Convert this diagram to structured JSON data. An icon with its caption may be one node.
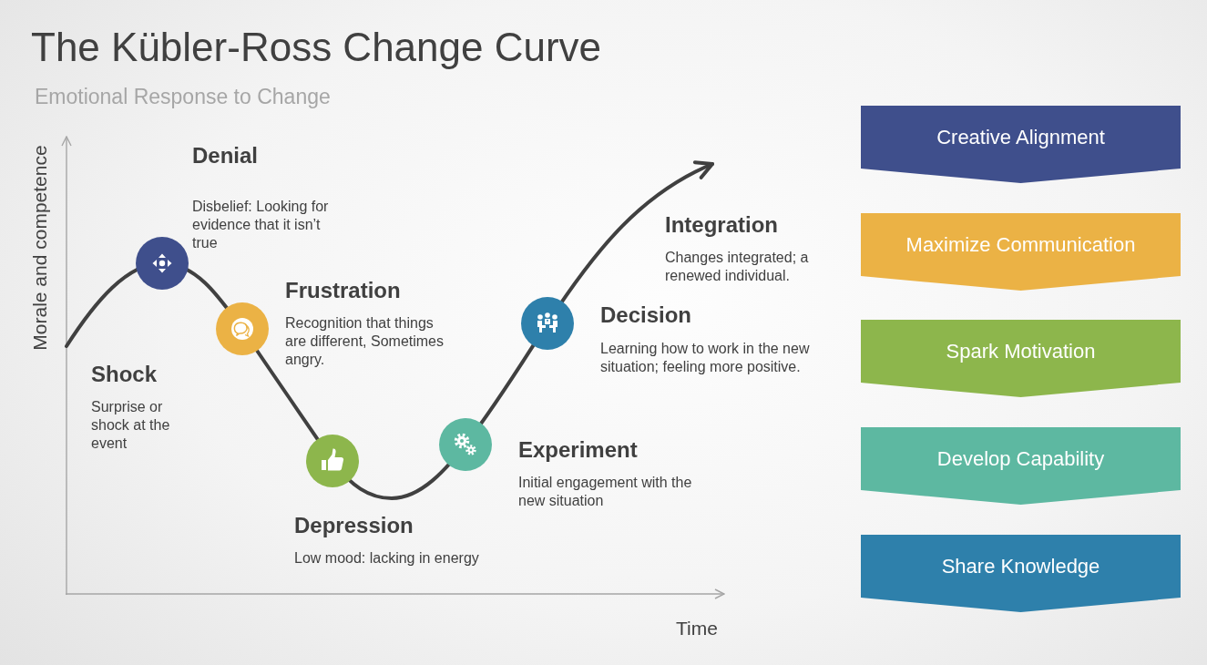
{
  "diagram": {
    "title": "The Kübler-Ross Change Curve",
    "nodes": [
      {
        "text": [
          "Creative Alignment"
        ]
      },
      {
        "text": [
          "Maximize Communication"
        ]
      },
      {
        "text": [
          "Spark Motivation"
        ]
      },
      {
        "text": [
          "Develop Capability"
        ]
      },
      {
        "text": [
          "Share Knowledge"
        ]
      }
    ],
    "labels": [
      "Emotional Response to Change",
      "Morale and competence",
      "Shock",
      "Surprise or shock at the event",
      "Denial",
      "Disbelief: Looking for evidence that it isn’t true",
      "Frustration",
      "Recognition that things are different, Sometimes angry.",
      "Depression",
      "Low mood: lacking in energy",
      "Experiment",
      "Initial engagement with the new situation",
      "Decision",
      "Learning how to work in the new situation; feeling more positive.",
      "Integration",
      "Changes integrated; a renewed individual.",
      "Time"
    ]
  }
}
